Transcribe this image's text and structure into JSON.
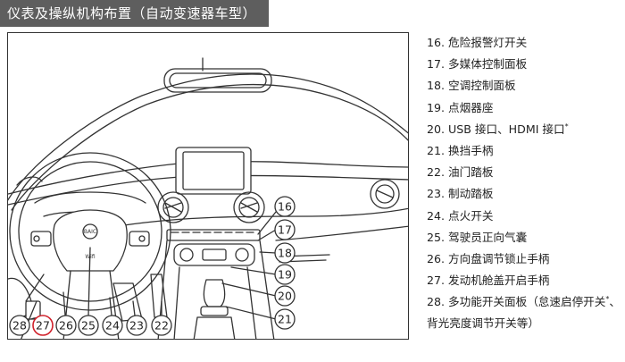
{
  "header": {
    "title": "仪表及操纵机构布置（自动变速器车型）"
  },
  "callouts": [
    "16",
    "17",
    "18",
    "19",
    "20",
    "21",
    "22",
    "23",
    "24",
    "25",
    "26",
    "27",
    "28"
  ],
  "steering_marks": {
    "center": "BAIC",
    "lower": "Wifi"
  },
  "legend": [
    {
      "num": "16.",
      "text": "危险报警灯开关",
      "sup": ""
    },
    {
      "num": "17.",
      "text": "多媒体控制面板",
      "sup": ""
    },
    {
      "num": "18.",
      "text": "空调控制面板",
      "sup": ""
    },
    {
      "num": "19.",
      "text": "点烟器座",
      "sup": ""
    },
    {
      "num": "20.",
      "text": "USB 接口、HDMI 接口",
      "sup": "*"
    },
    {
      "num": "21.",
      "text": "换挡手柄",
      "sup": ""
    },
    {
      "num": "22.",
      "text": "油门踏板",
      "sup": ""
    },
    {
      "num": "23.",
      "text": "制动踏板",
      "sup": ""
    },
    {
      "num": "24.",
      "text": "点火开关",
      "sup": ""
    },
    {
      "num": "25.",
      "text": "驾驶员正向气囊",
      "sup": ""
    },
    {
      "num": "26.",
      "text": "方向盘调节锁止手柄",
      "sup": ""
    },
    {
      "num": "27.",
      "text": "发动机舱盖开启手柄",
      "sup": ""
    },
    {
      "num": "28.",
      "text": "多功能开关面板（怠速启停开关",
      "sup": "*"
    }
  ],
  "legend_cont": "、",
  "legend_last_line": "背光亮度调节开关等）",
  "colors": {
    "header_bg": "#5e5e5e",
    "highlight": "#d0202a",
    "line": "#333333"
  }
}
